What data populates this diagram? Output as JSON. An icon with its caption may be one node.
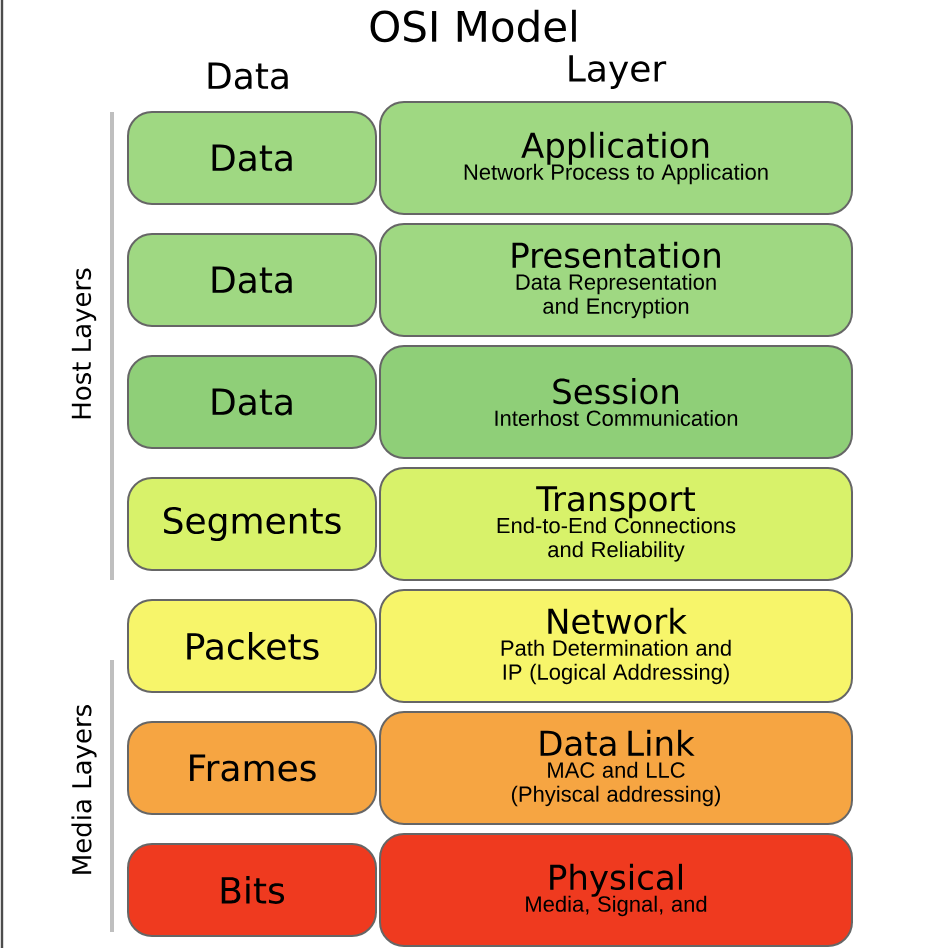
{
  "diagram": {
    "title": "OSI Model",
    "nodes": [
      {
        "text": [
          "Data"
        ]
      },
      {
        "text": [
          "Application",
          "Network Process to Application"
        ]
      },
      {
        "text": [
          "Data"
        ]
      },
      {
        "text": [
          "Presentation",
          "Data Representation and Encryption"
        ]
      },
      {
        "text": [
          "Data"
        ]
      },
      {
        "text": [
          "Session",
          "Interhost Communication"
        ]
      },
      {
        "text": [
          "Segments"
        ]
      },
      {
        "text": [
          "Transport",
          "End-to-End Connections and Reliability"
        ]
      },
      {
        "text": [
          "Packets"
        ]
      },
      {
        "text": [
          "Network",
          "Path Determination and IP (Logical Addressing)"
        ]
      },
      {
        "text": [
          "Frames"
        ]
      },
      {
        "text": [
          "Data Link",
          "MAC and LLC (Phyiscal addressing)"
        ]
      },
      {
        "text": [
          "Bits"
        ]
      },
      {
        "text": [
          "Physical",
          "Media, Signal, and"
        ]
      }
    ],
    "labels": [
      "Data",
      "Layer",
      "Host Layers",
      "Media Layers"
    ]
  }
}
